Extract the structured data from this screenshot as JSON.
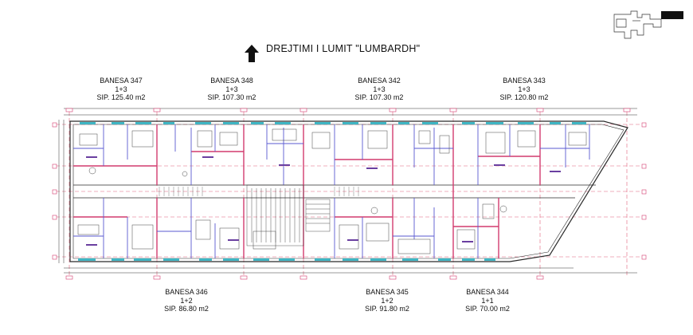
{
  "direction": {
    "label": "DREJTIMI  I LUMIT \"LUMBARDH\"",
    "arrow_icon": "arrow-up-icon"
  },
  "apartments_top": [
    {
      "name": "BANESA 347",
      "type": "1+3",
      "area": "SIP. 125.40 m2"
    },
    {
      "name": "BANESA 348",
      "type": "1+3",
      "area": "SIP. 107.30 m2"
    },
    {
      "name": "BANESA 342",
      "type": "1+3",
      "area": "SIP. 107.30 m2"
    },
    {
      "name": "BANESA 343",
      "type": "1+3",
      "area": "SIP. 120.80 m2"
    }
  ],
  "apartments_bottom": [
    {
      "name": "BANESA 346",
      "type": "1+2",
      "area": "SIP. 86.80 m2"
    },
    {
      "name": "BANESA 345",
      "type": "1+2",
      "area": "SIP. 91.80 m2"
    },
    {
      "name": "BANESA 344",
      "type": "1+1",
      "area": "SIP. 70.00 m2"
    }
  ],
  "colors": {
    "wall": "#d23c6e",
    "window": "#3fb6c4",
    "grid": "#e0607a",
    "line": "#2a2a2a",
    "interior": "#5a5ad0"
  }
}
